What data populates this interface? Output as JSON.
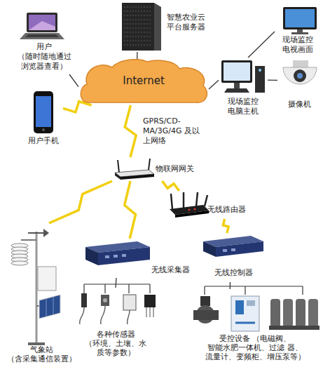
{
  "diagram": {
    "nodes": [
      {
        "text": [
          "用户 （随时随地通过 浏览器查看）"
        ]
      },
      {
        "text": [
          "智慧农业云 平台服务器"
        ]
      },
      {
        "text": [
          "现场监控 电视画面"
        ]
      },
      {
        "text": [
          "Internet"
        ]
      },
      {
        "text": [
          "现场监控 电脑主机"
        ]
      },
      {
        "text": [
          "摄像机"
        ]
      },
      {
        "text": [
          "用户手机"
        ]
      },
      {
        "text": [
          "物联网网关"
        ]
      },
      {
        "text": [
          "无线路由器"
        ]
      },
      {
        "text": [
          "气象站 （含采集通信装置）"
        ]
      },
      {
        "text": [
          "无线采集器"
        ]
      },
      {
        "text": [
          "无线控制器"
        ]
      },
      {
        "text": [
          "各种传感器 （环境、土壤、水 质等参数）"
        ]
      },
      {
        "text": [
          "受控设备 （电磁阀、智能水肥一体机、过滤 器、流量计、变频柜、增压泵等）"
        ]
      }
    ],
    "edges": [
      {
        "from": 0,
        "to": 3,
        "arrow": "none"
      },
      {
        "from": 1,
        "to": 3,
        "arrow": "none"
      },
      {
        "from": 4,
        "to": 3,
        "arrow": "none"
      },
      {
        "from": 4,
        "to": 2,
        "arrow": "none"
      },
      {
        "from": 4,
        "to": 5,
        "arrow": "none"
      },
      {
        "from": 6,
        "to": 3,
        "arrow": "none"
      },
      {
        "from": 3,
        "to": 7,
        "label": "GPRS/CD- MA/3G/4G 及以 上网络",
        "arrow": "none"
      },
      {
        "from": 7,
        "to": 9,
        "arrow": "none"
      },
      {
        "from": 7,
        "to": 10,
        "arrow": "none"
      },
      {
        "from": 7,
        "to": 8,
        "arrow": "none"
      },
      {
        "from": 8,
        "to": 11,
        "arrow": "none"
      },
      {
        "from": 10,
        "to": 12,
        "arrow": "none"
      },
      {
        "from": 11,
        "to": 13,
        "arrow": "none"
      }
    ]
  }
}
